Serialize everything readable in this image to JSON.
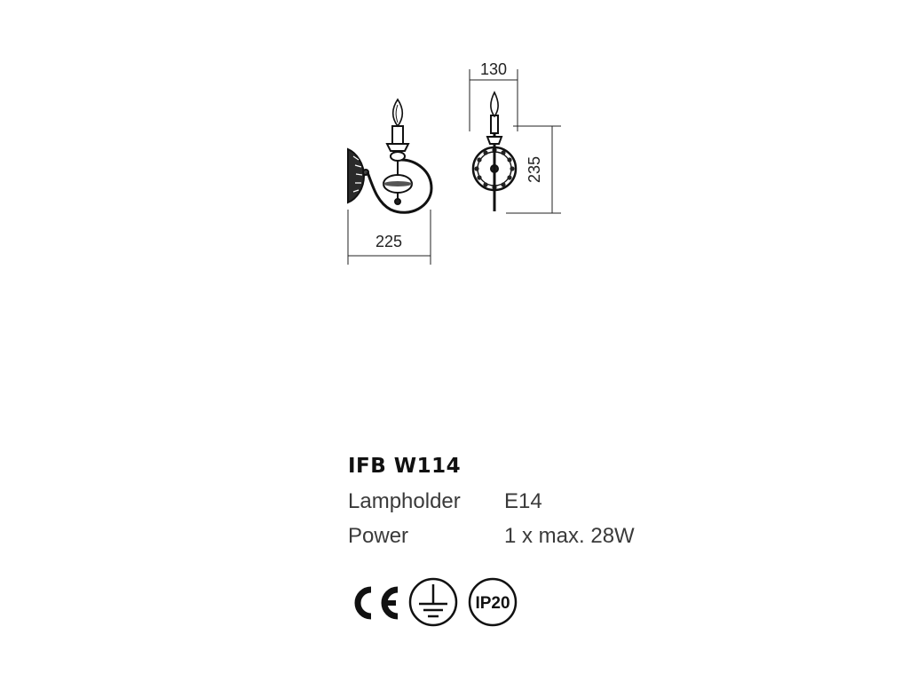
{
  "drawing": {
    "dimensions": {
      "side_width": "225",
      "front_width": "130",
      "height": "235"
    }
  },
  "product": {
    "code": "IFB W114",
    "specs": [
      {
        "label": "Lampholder",
        "value": "E14"
      },
      {
        "label": "Power",
        "value": "1 x max. 28W"
      }
    ]
  },
  "certifications": {
    "ce": "CE",
    "ground": "protective-earth-icon",
    "ip_rating": "IP20"
  }
}
